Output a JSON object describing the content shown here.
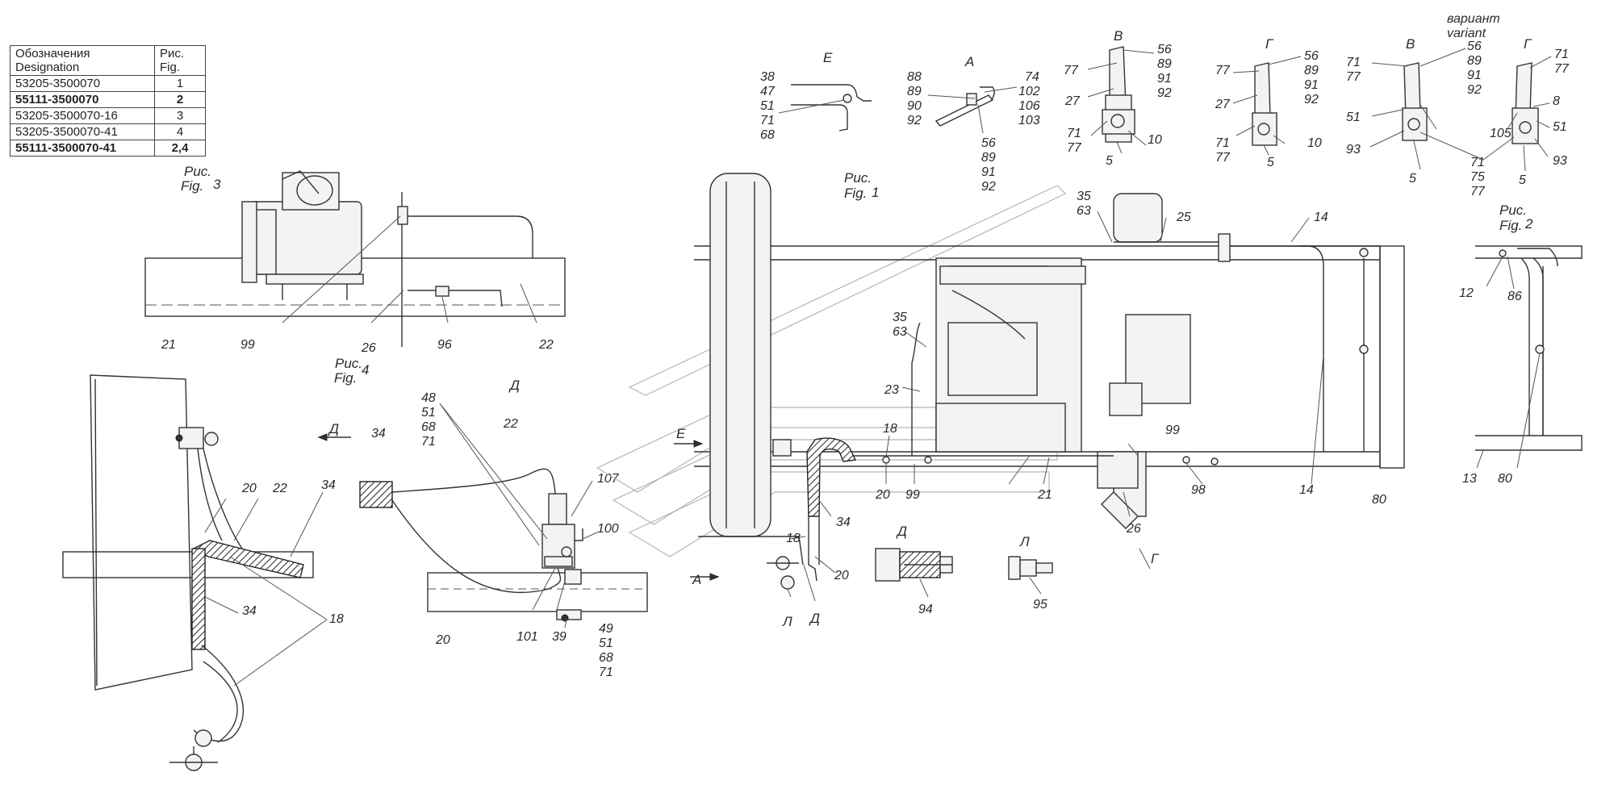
{
  "legend": {
    "header_designation": "Обозначения\nDesignation",
    "header_fig": "Рис.\nFig.",
    "rows": [
      {
        "designation": "53205-3500070",
        "fig": "1",
        "bold": false
      },
      {
        "designation": "55111-3500070",
        "fig": "2",
        "bold": true
      },
      {
        "designation": "53205-3500070-16",
        "fig": "3",
        "bold": false
      },
      {
        "designation": "53205-3500070-41",
        "fig": "4",
        "bold": false
      },
      {
        "designation": "55111-3500070-41",
        "fig": "2,4",
        "bold": true
      }
    ]
  },
  "captions": {
    "fig3": "Рис.",
    "fig3_en": "Fig.",
    "fig3_num": "3",
    "fig4": "Рис.",
    "fig4_en": "Fig.",
    "fig4_num": "4",
    "fig1": "Рис.",
    "fig1_en": "Fig.",
    "fig1_num": "1",
    "fig2": "Рис.",
    "fig2_en": "Fig.",
    "fig2_num": "2",
    "variant_ru": "вариант",
    "variant_en": "variant"
  },
  "views": {
    "E": "Е",
    "A": "А",
    "V": "В",
    "G": "Г",
    "D": "Д",
    "L": "Л"
  },
  "labels": {
    "v38": "38",
    "v47": "47",
    "v51": "51",
    "v71": "71",
    "v68": "68",
    "v88": "88",
    "v89": "89",
    "v90": "90",
    "v92": "92",
    "v74": "74",
    "v102": "102",
    "v106": "106",
    "v103": "103",
    "v56": "56",
    "v91": "91",
    "v77": "77",
    "v27": "27",
    "v10": "10",
    "v5": "5",
    "v93": "93",
    "v105": "105",
    "v8": "8",
    "v75": "75",
    "v35": "35",
    "v63": "63",
    "v25": "25",
    "v14": "14",
    "v12": "12",
    "v86": "86",
    "v80": "80",
    "v13": "13",
    "v23": "23",
    "v18": "18",
    "v20": "20",
    "v99": "99",
    "v21": "21",
    "v26": "26",
    "v98": "98",
    "v34": "34",
    "v94": "94",
    "v95": "95",
    "v22": "22",
    "v96": "96",
    "v48": "48",
    "v107": "107",
    "v100": "100",
    "v101": "101",
    "v39": "39",
    "v49": "49"
  },
  "colors": {
    "line": "#333333",
    "ghost": "#b5b5b5",
    "background": "#ffffff"
  }
}
